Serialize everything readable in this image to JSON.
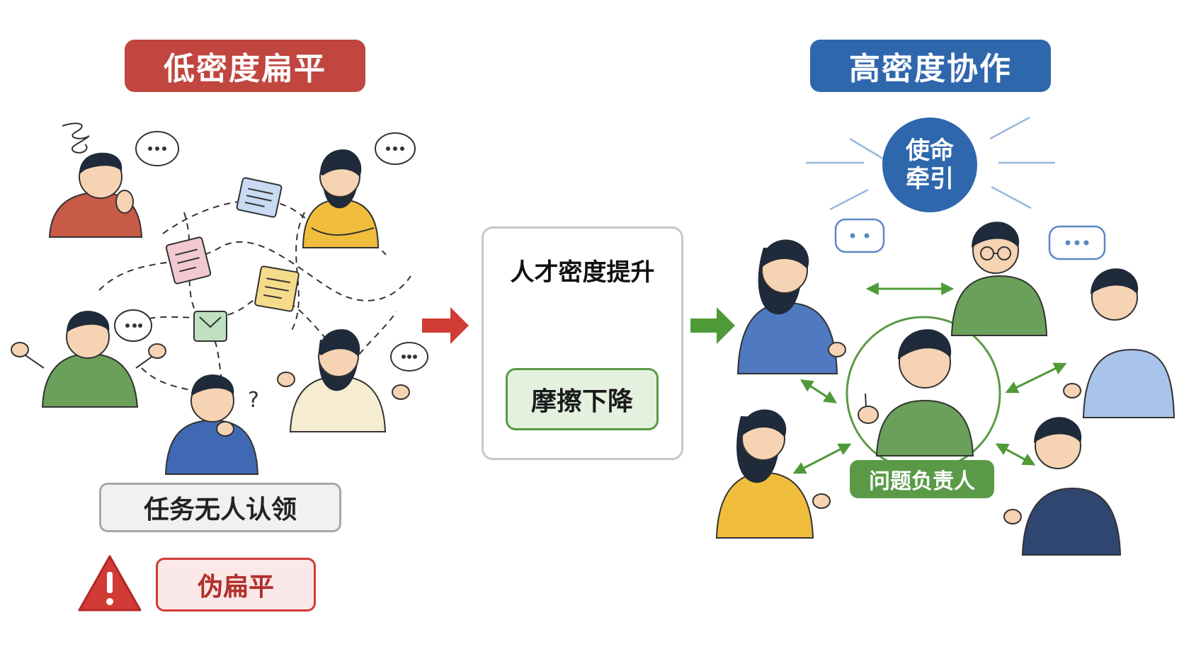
{
  "left_panel": {
    "title": "低密度扁平",
    "title_color": "#c0463f",
    "caption": "任务无人认领",
    "warning_label": "伪扁平",
    "warning_color": "#d23a35"
  },
  "middle_panel": {
    "top_text": "人才密度提升",
    "bottom_text": "摩擦下降",
    "arrow_color": "#3f7fcf",
    "bottom_color": "#5a9a46"
  },
  "right_panel": {
    "title": "高密度协作",
    "title_color": "#2f67ad",
    "mission_line1": "使命",
    "mission_line2": "牵引",
    "owner_label": "问题负责人",
    "owner_color": "#5a9a46"
  },
  "flow_arrows": {
    "left_color": "#d03c36",
    "right_color": "#4f9a38"
  },
  "icons": {
    "warning": "warning-triangle-icon",
    "speech": "speech-bubble-icon",
    "question": "question-mark-icon",
    "stress": "stress-scribble-icon",
    "document": "document-icon"
  }
}
